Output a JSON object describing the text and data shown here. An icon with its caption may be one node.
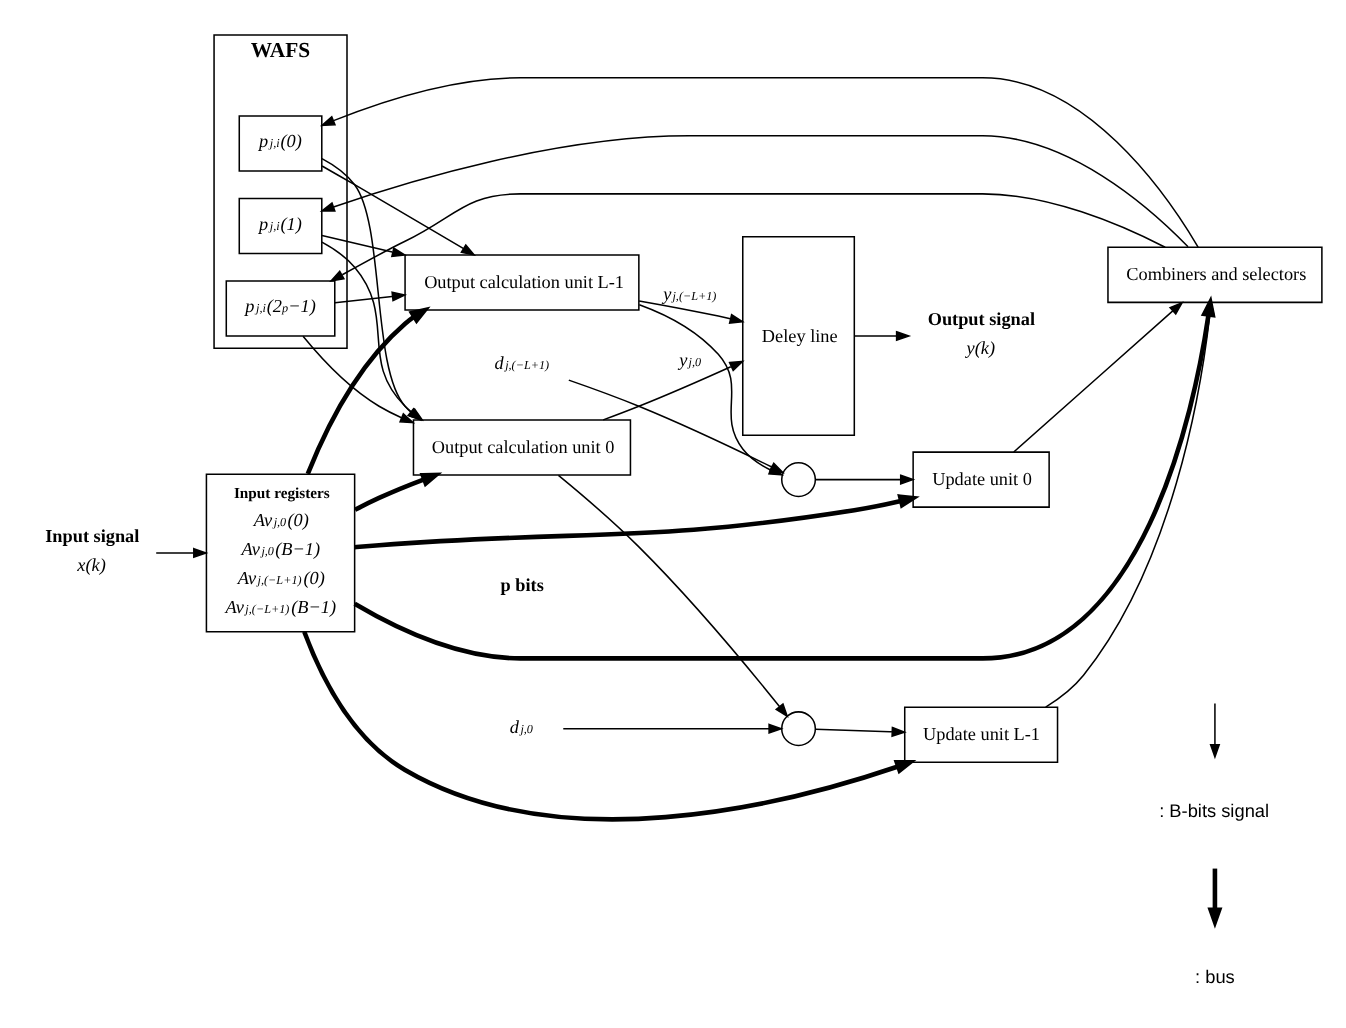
{
  "diagram": {
    "nodes": [
      {
        "text": [
          "x(k)"
        ],
        "beside": [
          "Input signal"
        ]
      },
      {
        "text": [
          "Input registers",
          "Av$_{j,0}$(0)",
          "Av$_{j,0}$(B−1)",
          "Av$_{j,(−L+1)}$(0)",
          "Av$_{j,(−L+1)}$(B−1)"
        ]
      },
      {
        "text": [
          "Output calculation unit 0"
        ]
      },
      {
        "text": [
          "Output calculation unit L-1"
        ]
      },
      {
        "text": [
          "Deley line"
        ]
      },
      {
        "text": [
          "y(k)"
        ],
        "beside": [
          "Output signal"
        ]
      },
      {
        "text": [
          "WAFS"
        ]
      },
      {
        "text": [
          "p$_{j,i}$(0)"
        ],
        "in": 6
      },
      {
        "text": [
          "p$_{j,i}$(1)"
        ],
        "in": 6
      },
      {
        "text": [
          "p$_{j,i}$(2$^{p}$−1)"
        ],
        "in": 6
      },
      {
        "text": [
          "Combiners and selectors"
        ]
      },
      {
        "text": [
          "Update unit 0"
        ]
      },
      {
        "text": [
          "Update unit L-1"
        ]
      },
      {
        "text": [],
        "shape": "circle"
      },
      {
        "text": [],
        "shape": "circle"
      },
      {
        "text": [
          "d$_{j,(−L+1)}$"
        ]
      },
      {
        "text": [
          "d$_{j,0}$"
        ]
      }
    ],
    "edges": [
      {
        "from": 0,
        "to": 1,
        "arrow": "to"
      },
      {
        "from": 1,
        "to": 2,
        "arrow": "to",
        "style": "thick"
      },
      {
        "from": 1,
        "to": 3,
        "arrow": "to",
        "style": "thick"
      },
      {
        "from": 1,
        "to": 10,
        "arrow": "to",
        "style": "thick"
      },
      {
        "from": 1,
        "to": 11,
        "arrow": "to",
        "style": "thick"
      },
      {
        "from": 1,
        "to": 12,
        "arrow": "to",
        "style": "thick"
      },
      {
        "from": 7,
        "to": 2,
        "arrow": "to"
      },
      {
        "from": 8,
        "to": 2,
        "arrow": "to"
      },
      {
        "from": 9,
        "to": 2,
        "arrow": "to"
      },
      {
        "from": 7,
        "to": 3,
        "arrow": "to"
      },
      {
        "from": 8,
        "to": 3,
        "arrow": "to"
      },
      {
        "from": 9,
        "to": 3,
        "arrow": "to"
      },
      {
        "from": 2,
        "to": 4,
        "arrow": "to",
        "label": "y$_{j,0}$"
      },
      {
        "from": 3,
        "to": 4,
        "arrow": "to",
        "label": "y$_{j,(−L+1)}$"
      },
      {
        "from": 4,
        "to": 5,
        "arrow": "to"
      },
      {
        "from": 2,
        "to": 14,
        "arrow": "to"
      },
      {
        "from": 3,
        "to": 13,
        "arrow": "to"
      },
      {
        "from": 15,
        "to": 13,
        "arrow": "to"
      },
      {
        "from": 16,
        "to": 14,
        "arrow": "to"
      },
      {
        "from": 13,
        "to": 11,
        "arrow": "to"
      },
      {
        "from": 14,
        "to": 12,
        "arrow": "to"
      },
      {
        "from": 11,
        "to": 10,
        "arrow": "to"
      },
      {
        "from": 12,
        "to": 10,
        "arrow": "to"
      },
      {
        "from": 10,
        "to": 7,
        "arrow": "to"
      },
      {
        "from": 10,
        "to": 8,
        "arrow": "to"
      },
      {
        "from": 10,
        "to": 9,
        "arrow": "to"
      }
    ],
    "labels": [
      "p bits"
    ],
    "legend": [
      {
        "text": ": B-bits signal"
      },
      {
        "text": ": bus"
      }
    ]
  }
}
